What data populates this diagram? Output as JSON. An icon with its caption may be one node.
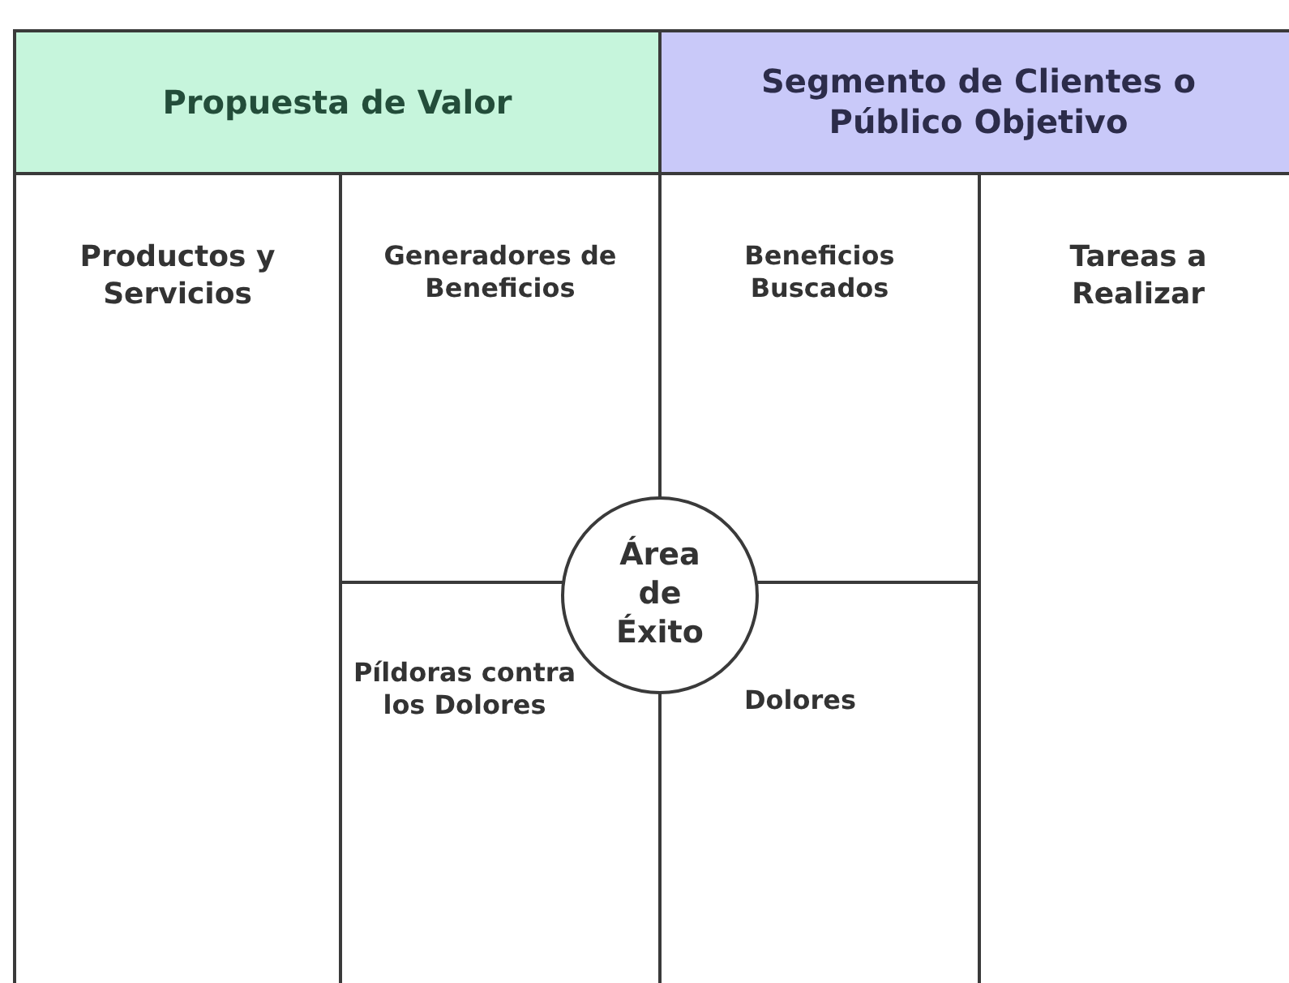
{
  "diagram": {
    "nodes": [
      {
        "text": [
          "Propuesta de Valor"
        ]
      },
      {
        "text": [
          "Segmento de Clientes o Público Objetivo"
        ]
      },
      {
        "text": [
          "Productos y Servicios"
        ]
      },
      {
        "text": [
          "Generadores de Beneficios"
        ]
      },
      {
        "text": [
          "Beneficios Buscados"
        ]
      },
      {
        "text": [
          "Tareas a Realizar"
        ]
      },
      {
        "text": [
          "Área de Éxito"
        ]
      },
      {
        "text": [
          "Píldoras contra los Dolores"
        ]
      },
      {
        "text": [
          "Dolores"
        ]
      }
    ],
    "edges": []
  }
}
